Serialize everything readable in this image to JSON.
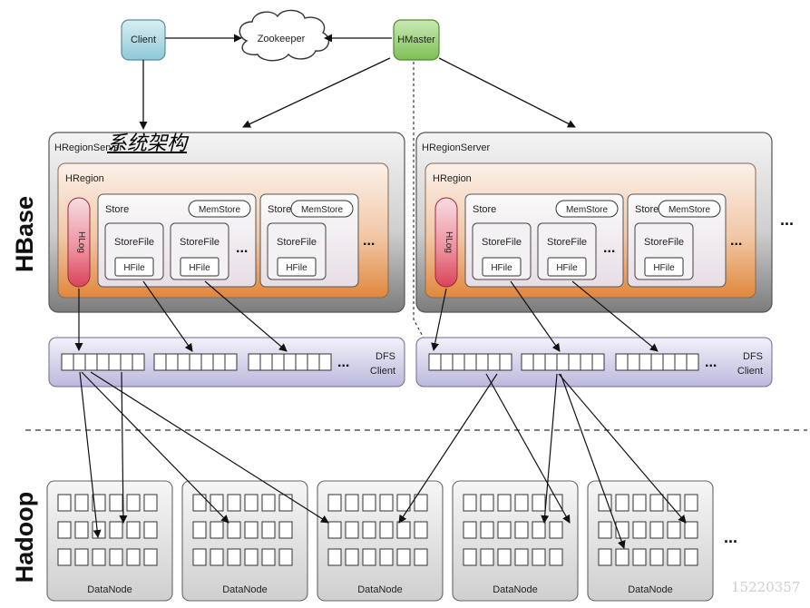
{
  "overlay_title": "系统架构",
  "watermark": "15220357",
  "colors": {
    "client": "#9fd3df",
    "hmaster": "#8ccb6a",
    "hlog": "#d9435a",
    "region_orange": "#e0873c",
    "server_gray": "#7c7c7c",
    "dfs_lavender": "#cdcbe6",
    "datanode_gray": "#dadada"
  },
  "top": {
    "client": "Client",
    "zookeeper": "Zookeeper",
    "hmaster": "HMaster"
  },
  "side_labels": {
    "hbase": "HBase",
    "hadoop": "Hadoop"
  },
  "servers": [
    {
      "title": "HRegionServer",
      "region": "HRegion",
      "hlog": "HLog",
      "stores": [
        {
          "label": "Store",
          "memstore": "MemStore",
          "storefiles": [
            "StoreFile",
            "StoreFile"
          ],
          "hfile": "HFile",
          "more": "..."
        },
        {
          "label": "Store",
          "memstore": "MemStore",
          "storefiles": [
            "StoreFile"
          ],
          "hfile": "HFile",
          "more": ""
        }
      ],
      "stores_more": "...",
      "dfs_client": [
        "DFS",
        "Client"
      ],
      "dfs_more": "..."
    },
    {
      "title": "HRegionServer",
      "region": "HRegion",
      "hlog": "HLog",
      "stores": [
        {
          "label": "Store",
          "memstore": "MemStore",
          "storefiles": [
            "StoreFile",
            "StoreFile"
          ],
          "hfile": "HFile",
          "more": "..."
        },
        {
          "label": "Store",
          "memstore": "MemStore",
          "storefiles": [
            "StoreFile"
          ],
          "hfile": "HFile",
          "more": ""
        }
      ],
      "stores_more": "...",
      "dfs_client": [
        "DFS",
        "Client"
      ],
      "dfs_more": "..."
    }
  ],
  "servers_more": "...",
  "datanodes": [
    "DataNode",
    "DataNode",
    "DataNode",
    "DataNode",
    "DataNode"
  ],
  "datanodes_more": "..."
}
